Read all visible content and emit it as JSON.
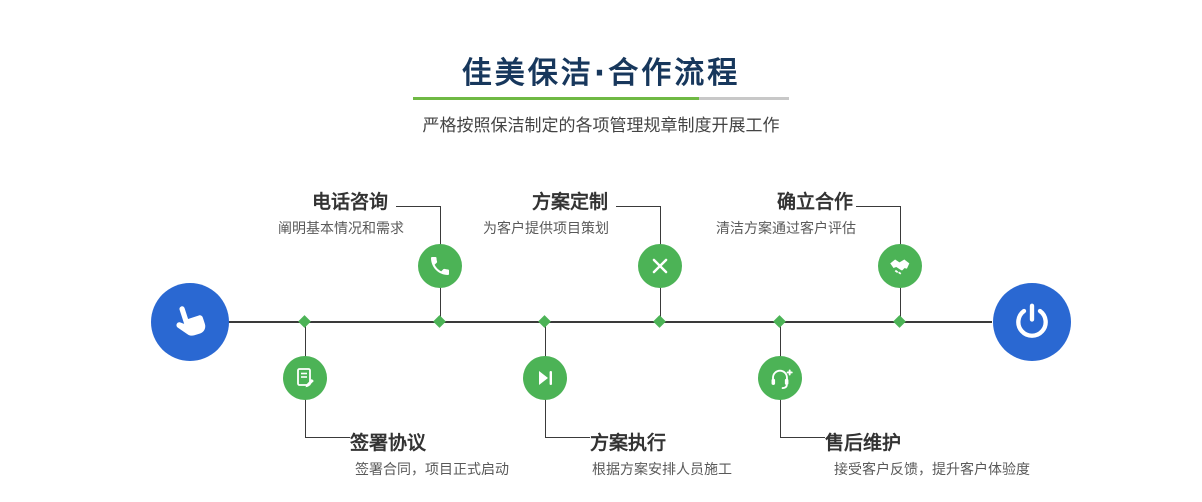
{
  "header": {
    "title": "佳美保洁·合作流程",
    "subtitle": "严格按照保洁制定的各项管理规章制度开展工作"
  },
  "timeline": {
    "start_icon": "pointing-hand-icon",
    "end_icon": "power-icon"
  },
  "steps_top": [
    {
      "title": "电话咨询",
      "desc": "阐明基本情况和需求",
      "icon": "phone-icon"
    },
    {
      "title": "方案定制",
      "desc": "为客户提供项目策划",
      "icon": "design-tools-icon"
    },
    {
      "title": "确立合作",
      "desc": "清洁方案通过客户评估",
      "icon": "handshake-icon"
    }
  ],
  "steps_bottom": [
    {
      "title": "签署协议",
      "desc": "签署合同，项目正式启动",
      "icon": "contract-sign-icon"
    },
    {
      "title": "方案执行",
      "desc": "根据方案安排人员施工",
      "icon": "play-execute-icon"
    },
    {
      "title": "售后维护",
      "desc": "接受客户反馈，提升客户体验度",
      "icon": "headset-support-icon"
    }
  ],
  "colors": {
    "title_navy": "#17375c",
    "divider_green": "#6fb944",
    "divider_gray": "#c8c8c8",
    "node_green": "#4cb356",
    "endpoint_blue": "#2a68d2",
    "line_dark": "#3a3a3a"
  }
}
